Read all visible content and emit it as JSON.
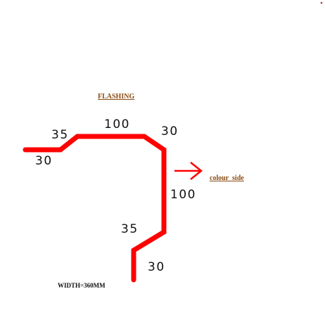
{
  "title": "FLASHING",
  "colour_side_label": "colour  side",
  "width_label": "WIDTH=360MM",
  "colors": {
    "profile": "#ff0000",
    "arrow": "#ff0000",
    "title_text": "#8a4b12",
    "dimension_text": "#111111",
    "corner_dot": "#b03030"
  },
  "dimensions": {
    "left_lip": "30",
    "left_slope": "35",
    "top": "100",
    "top_right_slope": "30",
    "vertical": "100",
    "lower_slope": "35",
    "bottom_leg": "30"
  }
}
